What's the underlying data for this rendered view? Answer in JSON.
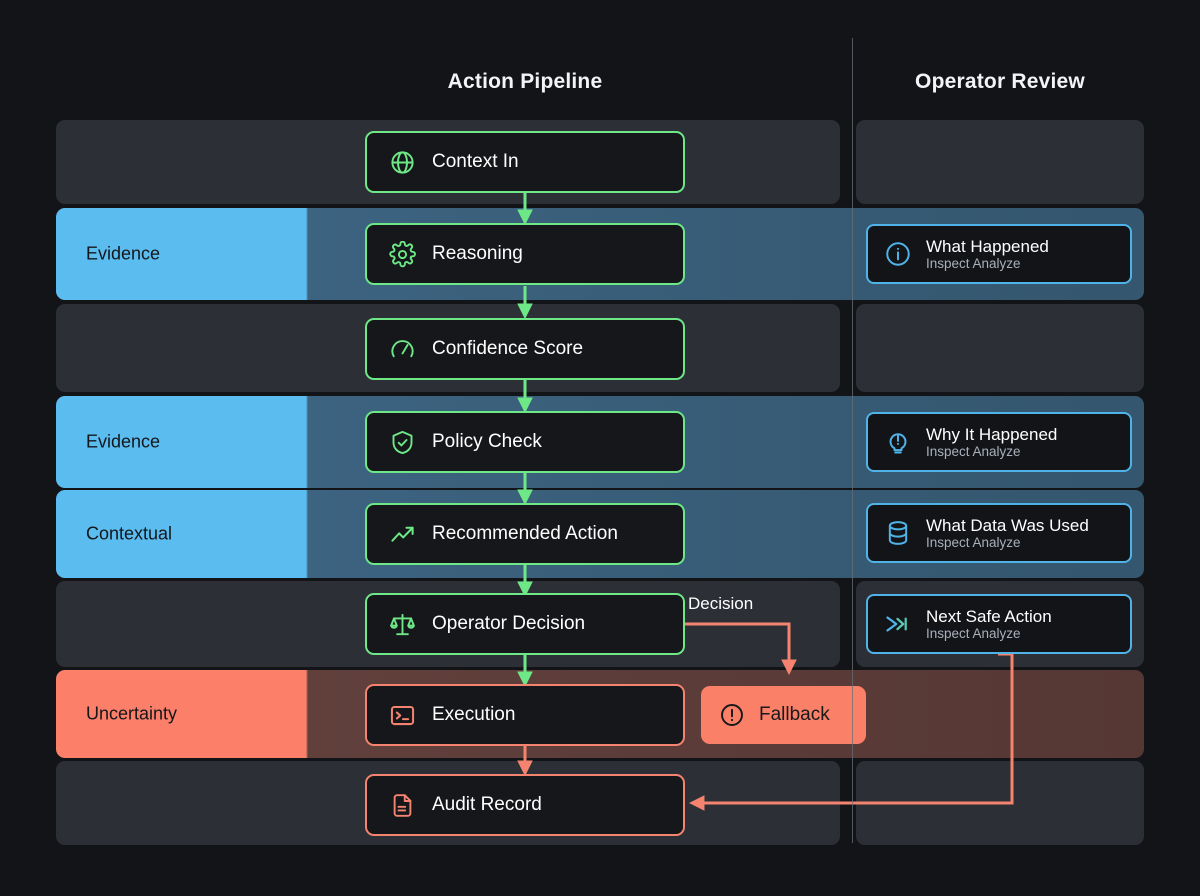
{
  "columns": {
    "pipeline_title": "Action Pipeline",
    "review_title": "Operator Review"
  },
  "colors": {
    "background": "#121418",
    "ok_accent": "#6EE787",
    "review_accent": "#4FB3E8",
    "danger_accent": "#F4846F",
    "band_evidence": "#5BBCF0",
    "band_uncertainty": "#FB7F69",
    "panel_neutral": "#2C3036"
  },
  "rows": [
    {
      "kind": "plain",
      "label": ""
    },
    {
      "kind": "evidence",
      "label": "Evidence"
    },
    {
      "kind": "plain",
      "label": ""
    },
    {
      "kind": "evidence",
      "label": "Evidence"
    },
    {
      "kind": "evidence",
      "label": "Contextual"
    },
    {
      "kind": "plain",
      "label": ""
    },
    {
      "kind": "uncertainty",
      "label": "Uncertainty"
    },
    {
      "kind": "plain",
      "label": ""
    }
  ],
  "pipeline": [
    {
      "label": "Context In",
      "icon": "globe-icon",
      "tone": "ok"
    },
    {
      "label": "Reasoning",
      "icon": "gear-icon",
      "tone": "ok"
    },
    {
      "label": "Confidence Score",
      "icon": "gauge-icon",
      "tone": "ok"
    },
    {
      "label": "Policy Check",
      "icon": "shield-check-icon",
      "tone": "ok"
    },
    {
      "label": "Recommended Action",
      "icon": "trending-up-icon",
      "tone": "ok"
    },
    {
      "label": "Operator Decision",
      "icon": "scales-icon",
      "tone": "ok"
    },
    {
      "label": "Execution",
      "icon": "terminal-icon",
      "tone": "danger"
    },
    {
      "label": "Audit Record",
      "icon": "document-icon",
      "tone": "danger"
    }
  ],
  "fallback": {
    "label": "Fallback",
    "icon": "alert-circle-icon"
  },
  "edges": {
    "decision_label": "Decision"
  },
  "review_cards": [
    {
      "title": "What Happened",
      "subtitle": "Inspect Analyze",
      "icon": "info-circle-icon"
    },
    {
      "title": "Why It Happened",
      "subtitle": "Inspect Analyze",
      "icon": "lightbulb-alert-icon"
    },
    {
      "title": "What Data Was Used",
      "subtitle": "Inspect Analyze",
      "icon": "database-icon"
    },
    {
      "title": "Next Safe Action",
      "subtitle": "Inspect Analyze",
      "icon": "fast-forward-icon"
    }
  ]
}
